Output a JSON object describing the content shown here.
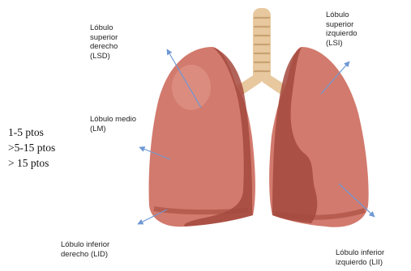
{
  "labels": {
    "lsd": [
      "Lóbulo",
      "superior",
      "derecho",
      "(LSD)"
    ],
    "lsi": [
      "Lóbulo",
      "superior",
      "izquierdo",
      "(LSI)"
    ],
    "lm": [
      "Lóbulo medio",
      "(LM)"
    ],
    "lid": [
      "Lóbulo inferior",
      "derecho (LID)"
    ],
    "lii": [
      "Lóbulo inferior",
      "izquierdo (LII)"
    ]
  },
  "legend": [
    "1-5 ptos",
    ">5-15 ptos",
    "> 15 ptos"
  ],
  "colors": {
    "lung_main": "#d27a6d",
    "lung_shadow": "#a5493e",
    "lung_highlight": "#e6a195",
    "trachea": "#e8c89e",
    "trachea_ring": "#c9a273",
    "arrow": "#6f98d4"
  }
}
